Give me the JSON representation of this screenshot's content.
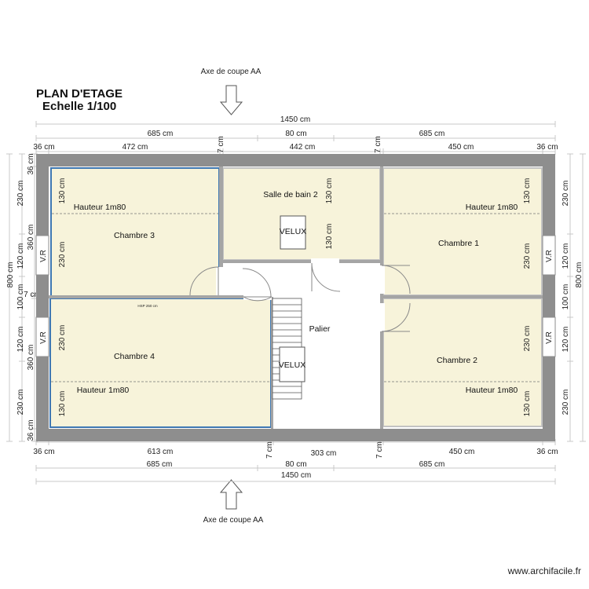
{
  "title": {
    "line1": "PLAN D'ETAGE",
    "line2": "Echelle 1/100"
  },
  "section": {
    "top_label": "Axe de coupe AA",
    "bottom_label": "Axe de coupe AA"
  },
  "watermark": "www.archifacile.fr",
  "colors": {
    "wall": "#8e8e8e",
    "room_fill": "#f7f3da",
    "room_border_selected": "#3f78b3",
    "room_border": "#c3c3c3",
    "dashed_line": "#777777",
    "dimension_line": "#c8c8c8",
    "text": "#222222"
  },
  "rooms": {
    "chambre3": {
      "name": "Chambre 3",
      "ceiling": "Hauteur 1m80",
      "dim_a": "130 cm",
      "dim_b": "230 cm"
    },
    "chambre4": {
      "name": "Chambre 4",
      "ceiling": "Hauteur 1m80",
      "dim_a": "230 cm",
      "dim_b": "130 cm",
      "hsp": "HSP 250 cm"
    },
    "sdb2": {
      "name": "Salle de bain 2",
      "dim_a": "130 cm",
      "dim_b": "130 cm",
      "velux": "VELUX"
    },
    "palier": {
      "name": "Palier",
      "velux": "VELUX"
    },
    "chambre1": {
      "name": "Chambre 1",
      "ceiling": "Hauteur 1m80",
      "dim_a": "130 cm",
      "dim_b": "230 cm"
    },
    "chambre2": {
      "name": "Chambre 2",
      "ceiling": "Hauteur 1m80",
      "dim_a": "230 cm",
      "dim_b": "130 cm"
    }
  },
  "windows": {
    "label": "V.R"
  },
  "dimensions": {
    "top_total": "1450 cm",
    "top_row1": [
      "685 cm",
      "80 cm",
      "685 cm"
    ],
    "top_row2": [
      "36 cm",
      "472 cm",
      "7 cm",
      "442 cm",
      "7 cm",
      "450 cm",
      "36 cm"
    ],
    "bottom_total": "1450 cm",
    "bottom_row1": [
      "685 cm",
      "80 cm",
      "685 cm"
    ],
    "bottom_row2": [
      "36 cm",
      "613 cm",
      "7 cm",
      "303 cm",
      "7 cm",
      "450 cm",
      "36 cm"
    ],
    "left_total": "800 cm",
    "left_row1": [
      "230 cm",
      "120 cm",
      "100 cm",
      "120 cm",
      "230 cm"
    ],
    "left_row2": [
      "36 cm",
      "360 cm",
      "7 cm",
      "360 cm",
      "36 cm"
    ],
    "right_total": "800 cm",
    "right_row1": [
      "230 cm",
      "120 cm",
      "100 cm",
      "120 cm",
      "230 cm"
    ]
  }
}
